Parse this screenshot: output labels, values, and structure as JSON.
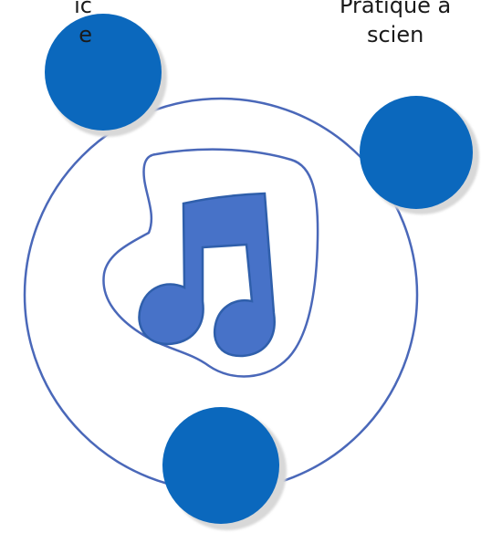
{
  "diagram": {
    "top_left_label": {
      "line1": "ic",
      "line2": "e"
    },
    "top_right_label": {
      "line1": "Pratique a",
      "line2": "scien"
    },
    "center_icon": "music-note-icon",
    "colors": {
      "accent": "#0b68bd",
      "ring": "#4a68b9",
      "icon_fill": "#4772c8",
      "icon_outline": "#2f5fab",
      "shadow": "#d8d8d8",
      "text": "#1a1a1a"
    }
  }
}
